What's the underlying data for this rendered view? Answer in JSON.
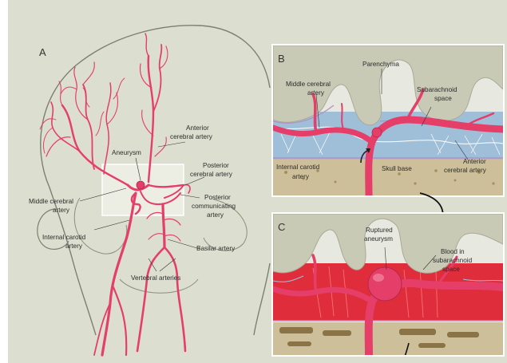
{
  "colors": {
    "background": "#dcdfcf",
    "artery": "#e43e69",
    "artery_dark": "#b3294d",
    "csf_blue": "#9fbfd8",
    "hemorrhage": "#e02d3c",
    "brain_tissue": "#c9cab6",
    "bone": "#cdbf9a"
  },
  "panel_a": {
    "letter": "A",
    "labels": {
      "anterior_cerebral": [
        "Anterior",
        "cerebral artery"
      ],
      "aneurysm": "Aneurysm",
      "posterior_cerebral": [
        "Posterior",
        "cerebral artery"
      ],
      "middle_cerebral": [
        "Middle cerebral",
        "artery"
      ],
      "posterior_communicating": [
        "Posterior",
        "communicating",
        "artery"
      ],
      "internal_carotid": [
        "Internal carotid",
        "artery"
      ],
      "basilar": "Basilar artery",
      "vertebral": "Vertebral arteries"
    }
  },
  "panel_b": {
    "letter": "B",
    "labels": {
      "parenchyma": "Parenchyma",
      "middle_cerebral": [
        "Middle cerebral",
        "artery"
      ],
      "subarachnoid": [
        "Subarachnoid",
        "space"
      ],
      "internal_carotid": [
        "Internal carotid",
        "artery"
      ],
      "skull_base": "Skull base",
      "anterior_cerebral": [
        "Anterior",
        "cerebral artery"
      ]
    }
  },
  "panel_c": {
    "letter": "C",
    "labels": {
      "ruptured": [
        "Ruptured",
        "aneurysm"
      ],
      "blood": [
        "Blood in",
        "subarachnoid",
        "space"
      ]
    }
  }
}
